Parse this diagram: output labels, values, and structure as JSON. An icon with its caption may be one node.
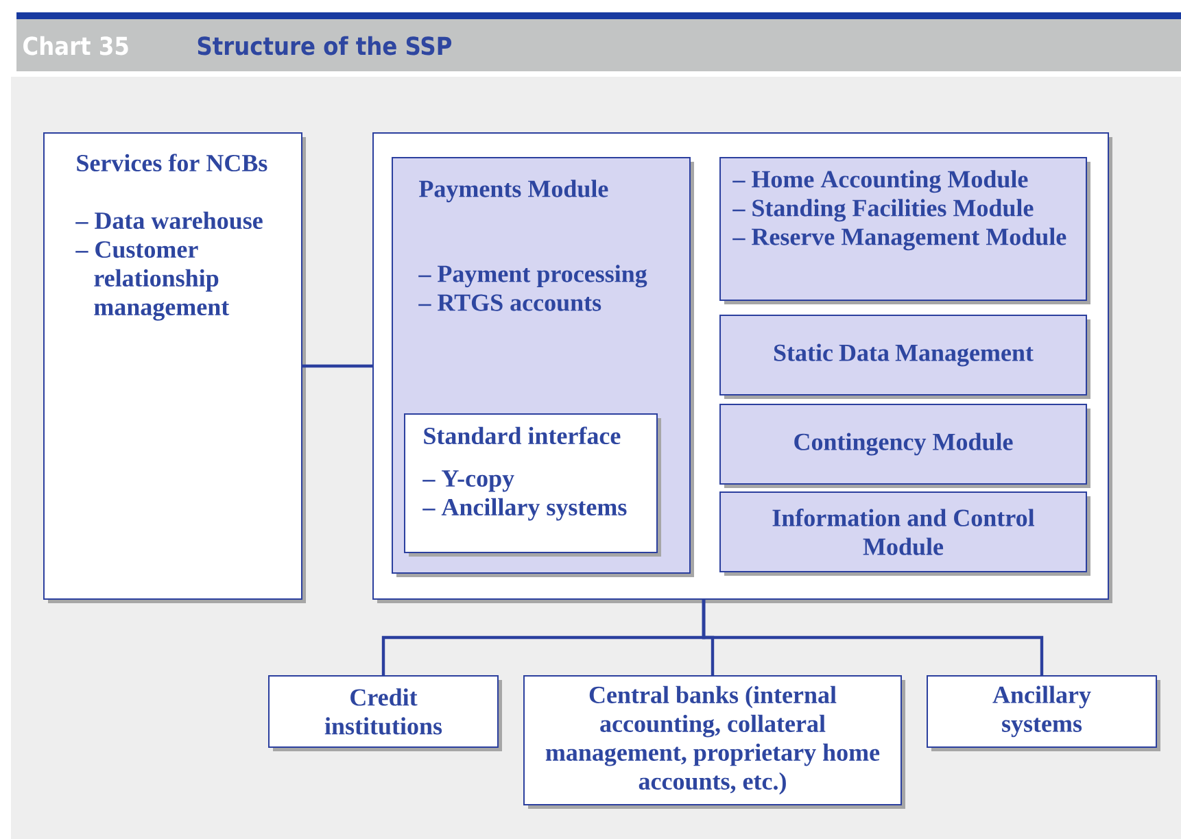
{
  "diagram": {
    "title": "Structure of the SSP",
    "nodes": [
      {
        "text": [
          "Services for NCBs",
          "– Data warehouse",
          "– Customer relationship management"
        ]
      },
      {
        "text": [],
        "shape": "box"
      },
      {
        "text": [
          "Payments Module",
          "– Payment processing",
          "– RTGS accounts"
        ],
        "in": 1
      },
      {
        "text": [
          "Standard interface",
          "– Y-copy",
          "– Ancillary systems"
        ],
        "in": 2
      },
      {
        "text": [
          "– Home Accounting Module",
          "– Standing Facilities Module",
          "– Reserve Management Module"
        ],
        "in": 1
      },
      {
        "text": [
          "Static Data Management"
        ],
        "in": 1
      },
      {
        "text": [
          "Contingency Module"
        ],
        "in": 1
      },
      {
        "text": [
          "Information and Control Module"
        ],
        "in": 1
      },
      {
        "text": [
          "Credit institutions"
        ]
      },
      {
        "text": [
          "Central banks (internal accounting, collateral management, proprietary home accounts, etc.)"
        ]
      },
      {
        "text": [
          "Ancillary systems"
        ]
      }
    ],
    "edges": [
      {
        "from": 0,
        "to": 1,
        "arrow": "none"
      },
      {
        "from": 1,
        "to": 8,
        "arrow": "none"
      },
      {
        "from": 1,
        "to": 9,
        "arrow": "none"
      },
      {
        "from": 1,
        "to": 10,
        "arrow": "none"
      }
    ],
    "labels": [
      "Chart 35"
    ]
  }
}
